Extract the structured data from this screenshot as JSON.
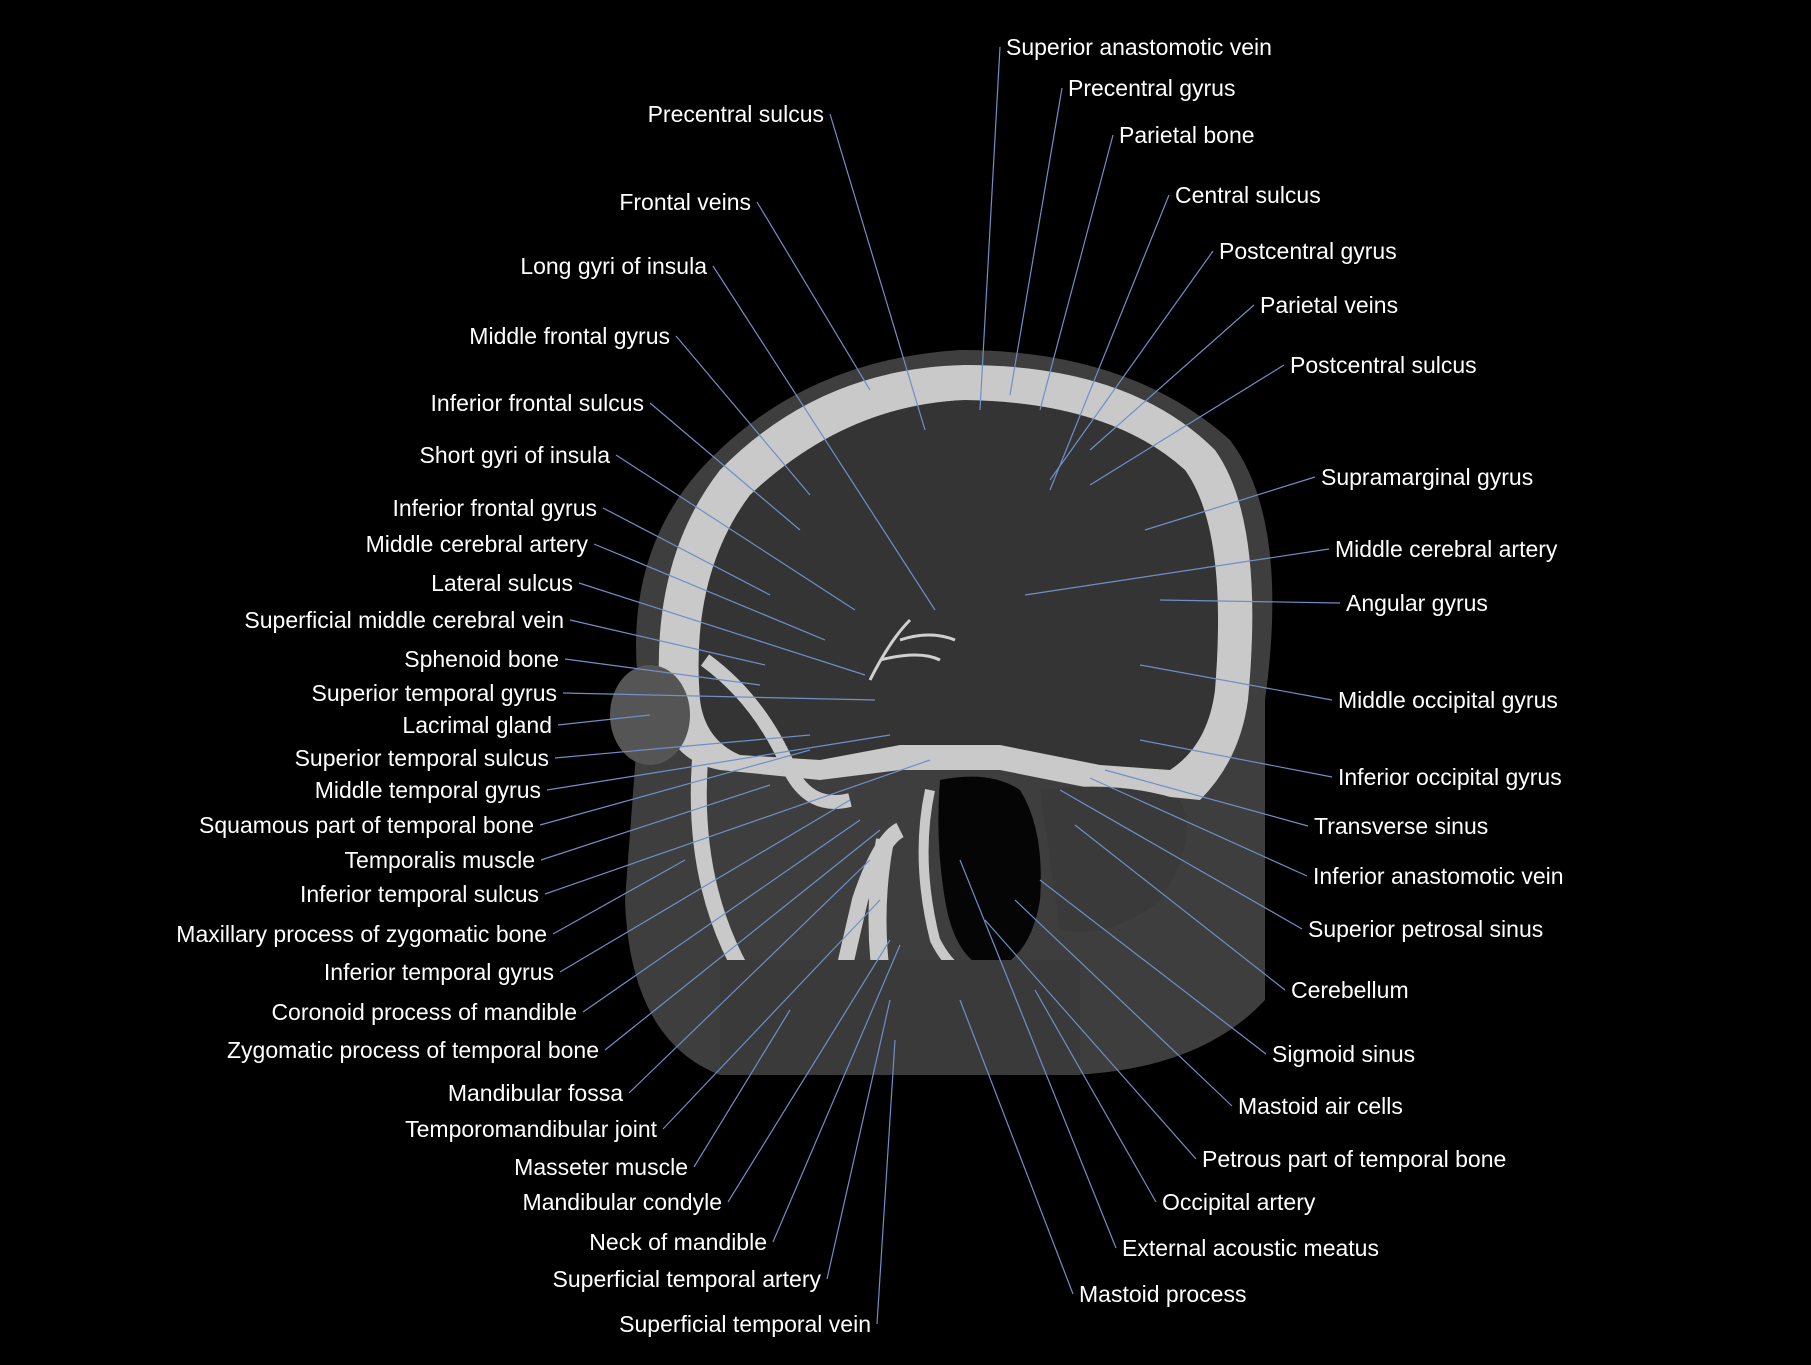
{
  "colors": {
    "background": "#000000",
    "label_text": "#ffffff",
    "leader_line": "#6f8fc8",
    "bone": "#c9c9c9",
    "brain": "#3a3a3a",
    "soft_tissue": "#5a5a5a"
  },
  "labels": {
    "superior_anastomotic_vein": "Superior anastomotic vein",
    "precentral_gyrus": "Precentral gyrus",
    "precentral_sulcus": "Precentral sulcus",
    "parietal_bone": "Parietal bone",
    "central_sulcus": "Central sulcus",
    "frontal_veins": "Frontal veins",
    "postcentral_gyrus": "Postcentral gyrus",
    "long_gyri_of_insula": "Long gyri of insula",
    "parietal_veins": "Parietal veins",
    "middle_frontal_gyrus": "Middle frontal gyrus",
    "postcentral_sulcus": "Postcentral sulcus",
    "inferior_frontal_sulcus": "Inferior frontal sulcus",
    "short_gyri_of_insula": "Short gyri of insula",
    "supramarginal_gyrus": "Supramarginal gyrus",
    "inferior_frontal_gyrus": "Inferior frontal gyrus",
    "middle_cerebral_artery_left": "Middle cerebral artery",
    "middle_cerebral_artery_right": "Middle cerebral artery",
    "lateral_sulcus": "Lateral sulcus",
    "angular_gyrus": "Angular gyrus",
    "superficial_middle_cerebral_vein": "Superficial middle cerebral vein",
    "sphenoid_bone": "Sphenoid bone",
    "superior_temporal_gyrus": "Superior temporal gyrus",
    "middle_occipital_gyrus": "Middle occipital gyrus",
    "lacrimal_gland": "Lacrimal gland",
    "superior_temporal_sulcus": "Superior temporal sulcus",
    "inferior_occipital_gyrus": "Inferior occipital gyrus",
    "middle_temporal_gyrus": "Middle temporal gyrus",
    "squamous_part_of_temporal_bone": "Squamous part of temporal bone",
    "transverse_sinus": "Transverse sinus",
    "temporalis_muscle": "Temporalis muscle",
    "inferior_anastomotic_vein": "Inferior anastomotic vein",
    "inferior_temporal_sulcus": "Inferior temporal sulcus",
    "superior_petrosal_sinus": "Superior petrosal sinus",
    "maxillary_process_of_zygomatic_bone": "Maxillary process of zygomatic bone",
    "inferior_temporal_gyrus": "Inferior temporal gyrus",
    "cerebellum": "Cerebellum",
    "coronoid_process_of_mandible": "Coronoid process of mandible",
    "zygomatic_process_of_temporal_bone": "Zygomatic process of temporal bone",
    "sigmoid_sinus": "Sigmoid sinus",
    "mandibular_fossa": "Mandibular fossa",
    "mastoid_air_cells": "Mastoid air cells",
    "temporomandibular_joint": "Temporomandibular joint",
    "petrous_part_of_temporal_bone": "Petrous part of temporal bone",
    "masseter_muscle": "Masseter muscle",
    "mandibular_condyle": "Mandibular condyle",
    "occipital_artery": "Occipital artery",
    "neck_of_mandible": "Neck of mandible",
    "external_acoustic_meatus": "External acoustic meatus",
    "superficial_temporal_artery": "Superficial temporal artery",
    "mastoid_process": "Mastoid process",
    "superficial_temporal_vein": "Superficial temporal vein"
  }
}
